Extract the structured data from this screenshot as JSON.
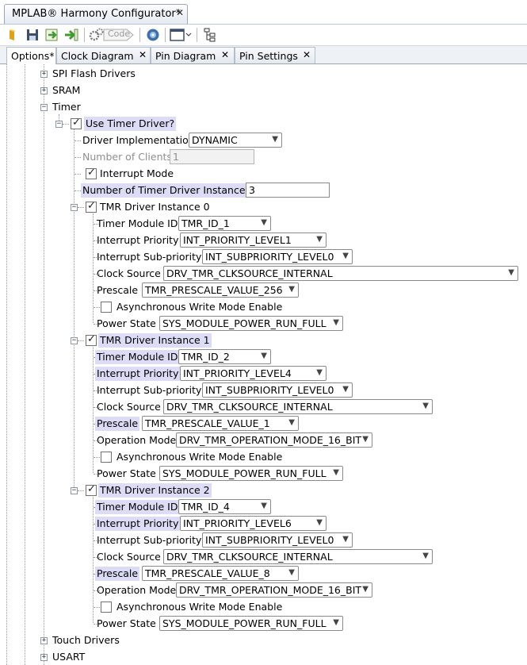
{
  "window": {
    "title": "MPLAB® Harmony Configurator*",
    "close": "✕"
  },
  "toolbar": {
    "code_label": "Code"
  },
  "tabs": [
    {
      "label": "Options*",
      "active": true
    },
    {
      "label": "Clock Diagram",
      "close": "✕"
    },
    {
      "label": "Pin Diagram",
      "close": "✕"
    },
    {
      "label": "Pin Settings",
      "close": "✕"
    }
  ],
  "tree": {
    "spi_flash": "SPI Flash Drivers",
    "sram": "SRAM",
    "timer": "Timer",
    "use_timer_driver": "Use Timer Driver?",
    "driver_impl_label": "Driver Implementation",
    "driver_impl_value": "DYNAMIC",
    "num_clients_label": "Number of Clients",
    "num_clients_value": "1",
    "interrupt_mode": "Interrupt Mode",
    "num_instances_label": "Number of Timer Driver Instances",
    "num_instances_value": "3",
    "touch_drivers": "Touch Drivers",
    "usart": "USART"
  },
  "instances": [
    {
      "title": "TMR Driver Instance 0",
      "module_id_label": "Timer Module ID",
      "module_id": "TMR_ID_1",
      "int_priority_label": "Interrupt Priority",
      "int_priority": "INT_PRIORITY_LEVEL1",
      "int_subpriority_label": "Interrupt Sub-priority",
      "int_subpriority": "INT_SUBPRIORITY_LEVEL0",
      "clock_source_label": "Clock Source",
      "clock_source": "DRV_TMR_CLKSOURCE_INTERNAL",
      "prescale_label": "Prescale",
      "prescale": "TMR_PRESCALE_VALUE_256",
      "async_label": "Asynchronous Write Mode Enable",
      "power_label": "Power State",
      "power": "SYS_MODULE_POWER_RUN_FULL"
    },
    {
      "title": "TMR Driver Instance 1",
      "module_id_label": "Timer Module ID",
      "module_id": "TMR_ID_2",
      "int_priority_label": "Interrupt Priority",
      "int_priority": "INT_PRIORITY_LEVEL4",
      "int_subpriority_label": "Interrupt Sub-priority",
      "int_subpriority": "INT_SUBPRIORITY_LEVEL0",
      "clock_source_label": "Clock Source",
      "clock_source": "DRV_TMR_CLKSOURCE_INTERNAL",
      "prescale_label": "Prescale",
      "prescale": "TMR_PRESCALE_VALUE_1",
      "op_mode_label": "Operation Mode",
      "op_mode": "DRV_TMR_OPERATION_MODE_16_BIT",
      "async_label": "Asynchronous Write Mode Enable",
      "power_label": "Power State",
      "power": "SYS_MODULE_POWER_RUN_FULL"
    },
    {
      "title": "TMR Driver Instance 2",
      "module_id_label": "Timer Module ID",
      "module_id": "TMR_ID_4",
      "int_priority_label": "Interrupt Priority",
      "int_priority": "INT_PRIORITY_LEVEL6",
      "int_subpriority_label": "Interrupt Sub-priority",
      "int_subpriority": "INT_SUBPRIORITY_LEVEL0",
      "clock_source_label": "Clock Source",
      "clock_source": "DRV_TMR_CLKSOURCE_INTERNAL",
      "prescale_label": "Prescale",
      "prescale": "TMR_PRESCALE_VALUE_8",
      "op_mode_label": "Operation Mode",
      "op_mode": "DRV_TMR_OPERATION_MODE_16_BIT",
      "async_label": "Asynchronous Write Mode Enable",
      "power_label": "Power State",
      "power": "SYS_MODULE_POWER_RUN_FULL"
    }
  ]
}
